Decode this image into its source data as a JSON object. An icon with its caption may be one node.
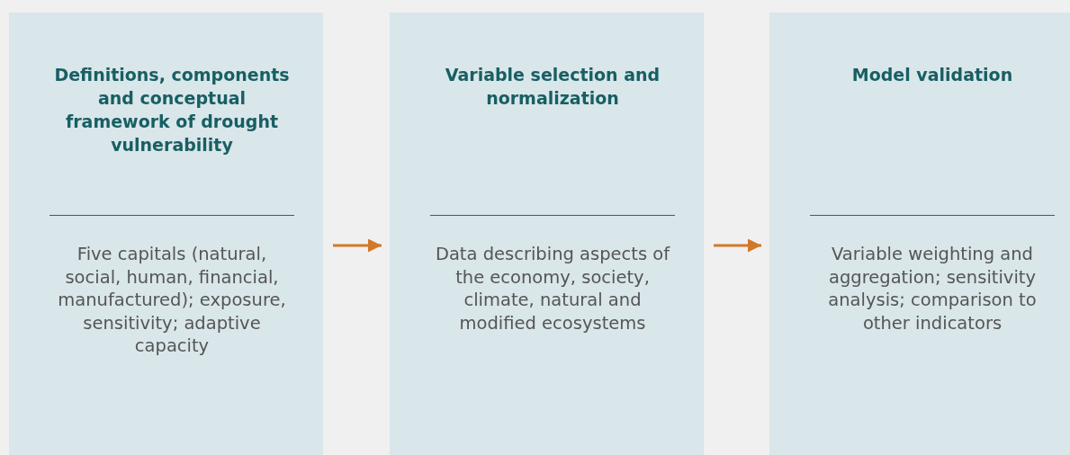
{
  "diagram": {
    "nodes": [
      {
        "text": [
          "Definitions, components and conceptual framework of drought vulnerability",
          "Five capitals (natural, social, human, financial, manufactured); exposure, sensitivity; adaptive capacity"
        ]
      },
      {
        "text": [
          "Variable selection and normalization",
          "Data describing aspects of the economy, society, climate, natural and modified ecosystems"
        ]
      },
      {
        "text": [
          "Model validation",
          "Variable weighting and aggregation; sensitivity analysis; comparison to other indicators"
        ]
      }
    ],
    "edges": [
      {
        "from": 0,
        "to": 1,
        "arrow": "to"
      },
      {
        "from": 1,
        "to": 2,
        "arrow": "to"
      }
    ]
  }
}
